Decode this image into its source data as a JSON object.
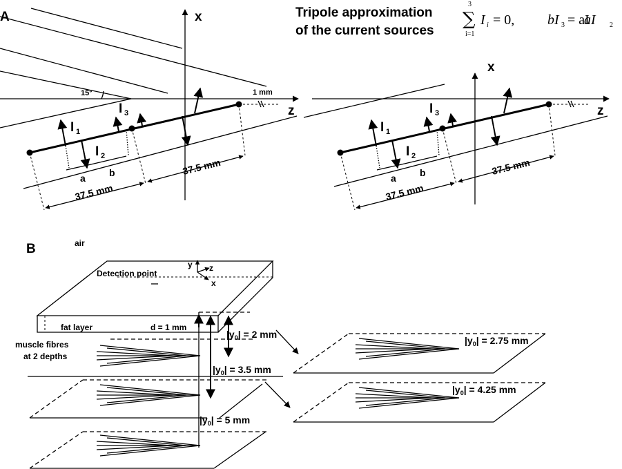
{
  "panelA": {
    "label": "A",
    "title_line1": "Tripole approximation",
    "title_line2": "of the current sources",
    "formula_sum": "∑",
    "formula_sum_top": "3",
    "formula_sum_bottom": "i=1",
    "formula_term": "I",
    "formula_sub_i": "i",
    "formula_eq0": "= 0,",
    "formula_right": "bI",
    "formula_sub3": "3",
    "formula_eq": "= aI",
    "formula_sub2": "2",
    "left": {
      "x_axis": "x",
      "z_axis": "z",
      "angle": "15°",
      "gap": "1 mm",
      "I1": "I",
      "I1_sub": "1",
      "I2": "I",
      "I2_sub": "2",
      "I3": "I",
      "I3_sub": "3",
      "a": "a",
      "b": "b",
      "len1": "37.5 mm",
      "len2": "37.5 mm"
    },
    "right": {
      "x_axis": "x",
      "z_axis": "z",
      "I1": "I",
      "I1_sub": "1",
      "I2": "I",
      "I2_sub": "2",
      "I3": "I",
      "I3_sub": "3",
      "a": "a",
      "b": "b",
      "len1": "37.5 mm",
      "len2": "37.5 mm"
    }
  },
  "panelB": {
    "label": "B",
    "air": "air",
    "detection": "Detection point",
    "axis_y": "y",
    "axis_z": "z",
    "axis_x": "x",
    "fat": "fat layer",
    "d": "d = 1 mm",
    "muscle_line1": "muscle fibres",
    "muscle_line2": "at 2 depths",
    "y0_2_pre": "|y",
    "y0_2_sub": "0",
    "y0_2_post": "| = 2 mm",
    "y0_35_pre": "|y",
    "y0_35_sub": "0",
    "y0_35_post": "| = 3.5 mm",
    "y0_5_pre": "|y",
    "y0_5_sub": "0",
    "y0_5_post": "| = 5 mm",
    "y0_275_pre": "|y",
    "y0_275_sub": "0",
    "y0_275_post": "| = 2.75 mm",
    "y0_425_pre": "|y",
    "y0_425_sub": "0",
    "y0_425_post": "| = 4.25 mm"
  }
}
